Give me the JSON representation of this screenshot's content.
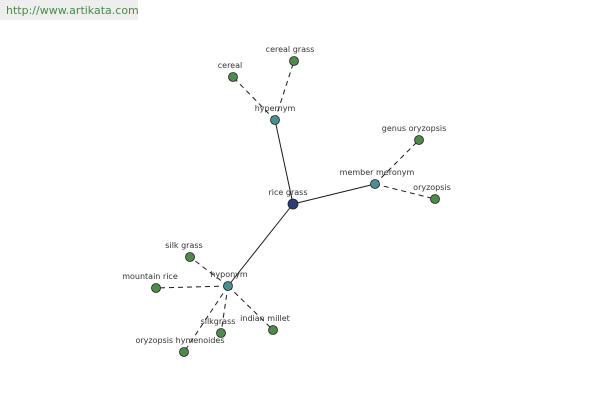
{
  "watermark": "http://www.artikata.com",
  "colors": {
    "center": "#2c3e7a",
    "relation": "#4a8f8f",
    "leaf": "#4e8a4a",
    "edge": "#1a1a1a",
    "label": "#333333"
  },
  "nodes": [
    {
      "id": "rice-grass",
      "label": "rice grass",
      "kind": "center"
    },
    {
      "id": "hypernym",
      "label": "hypernym",
      "kind": "relation"
    },
    {
      "id": "member-meronym",
      "label": "member meronym",
      "kind": "relation"
    },
    {
      "id": "hyponym",
      "label": "hyponym",
      "kind": "relation"
    },
    {
      "id": "cereal",
      "label": "cereal",
      "kind": "leaf"
    },
    {
      "id": "cereal-grass",
      "label": "cereal grass",
      "kind": "leaf"
    },
    {
      "id": "genus-oryzopsis",
      "label": "genus oryzopsis",
      "kind": "leaf"
    },
    {
      "id": "oryzopsis",
      "label": "oryzopsis",
      "kind": "leaf"
    },
    {
      "id": "silk-grass",
      "label": "silk grass",
      "kind": "leaf"
    },
    {
      "id": "mountain-rice",
      "label": "mountain rice",
      "kind": "leaf"
    },
    {
      "id": "silkgrass",
      "label": "silkgrass",
      "kind": "leaf"
    },
    {
      "id": "indian-millet",
      "label": "indian millet",
      "kind": "leaf"
    },
    {
      "id": "oryzopsis-hymenoides",
      "label": "oryzopsis hymenoides",
      "kind": "leaf"
    }
  ],
  "edges": [
    {
      "from": "rice-grass",
      "to": "hypernym",
      "style": "solid"
    },
    {
      "from": "rice-grass",
      "to": "member-meronym",
      "style": "solid"
    },
    {
      "from": "rice-grass",
      "to": "hyponym",
      "style": "solid"
    },
    {
      "from": "hypernym",
      "to": "cereal",
      "style": "dashed"
    },
    {
      "from": "hypernym",
      "to": "cereal-grass",
      "style": "dashed"
    },
    {
      "from": "member-meronym",
      "to": "genus-oryzopsis",
      "style": "dashed"
    },
    {
      "from": "member-meronym",
      "to": "oryzopsis",
      "style": "dashed"
    },
    {
      "from": "hyponym",
      "to": "silk-grass",
      "style": "dashed"
    },
    {
      "from": "hyponym",
      "to": "mountain-rice",
      "style": "dashed"
    },
    {
      "from": "hyponym",
      "to": "silkgrass",
      "style": "dashed"
    },
    {
      "from": "hyponym",
      "to": "indian-millet",
      "style": "dashed"
    },
    {
      "from": "hyponym",
      "to": "oryzopsis-hymenoides",
      "style": "dashed"
    }
  ]
}
